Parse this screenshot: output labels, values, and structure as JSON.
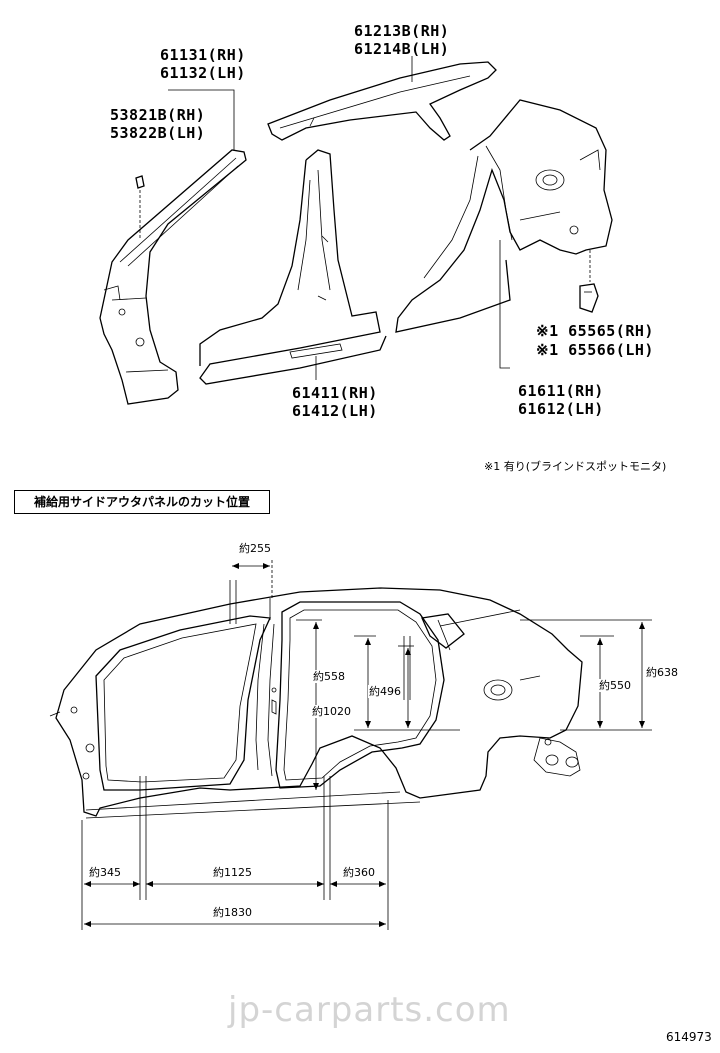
{
  "parts": {
    "p61213": {
      "rh": "61213B(RH)",
      "lh": "61214B(LH)"
    },
    "p61131": {
      "rh": "61131(RH)",
      "lh": "61132(LH)"
    },
    "p53821": {
      "rh": "53821B(RH)",
      "lh": "53822B(LH)"
    },
    "p65565": {
      "rh": "※1 65565(RH)",
      "lh": "※1 65566(LH)"
    },
    "p61411": {
      "rh": "61411(RH)",
      "lh": "61412(LH)"
    },
    "p61611": {
      "rh": "61611(RH)",
      "lh": "61612(LH)"
    }
  },
  "note": "※1 有り(ブラインドスポットモニタ)",
  "cut_section_title": "補給用サイドアウタパネルのカット位置",
  "dimensions": {
    "d255": "約255",
    "d558": "約558",
    "d496": "約496",
    "d1020": "約1020",
    "d550": "約550",
    "d638": "約638",
    "d345": "約345",
    "d1125": "約1125",
    "d360": "約360",
    "d1830": "約1830"
  },
  "watermark": "jp-carparts.com",
  "diagram_ref": "614973"
}
